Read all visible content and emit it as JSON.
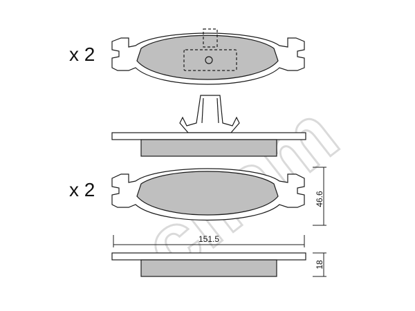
{
  "watermark": "cifam",
  "views": [
    {
      "quantity_label": "x 2"
    },
    {
      "quantity_label": "x 2"
    }
  ],
  "dimensions": {
    "length": "151.5",
    "height": "46.6",
    "thickness": "18"
  },
  "colors": {
    "pad_fill": "#bfbfbf",
    "outline": "#1a1a1a",
    "watermark": "#bdbdbd"
  }
}
